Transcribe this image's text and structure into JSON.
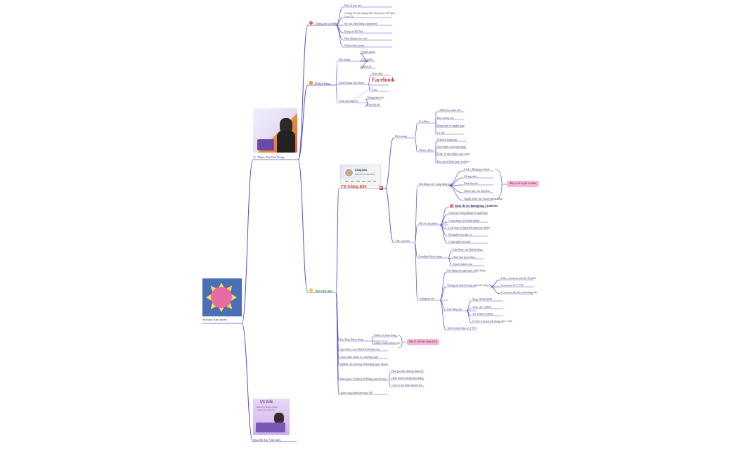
{
  "colors": {
    "link": "#5a4ad1",
    "red": "#c0392b",
    "orange": "#e67e22",
    "yellow": "#f1c40f",
    "pink": "#f7b6d6"
  },
  "root": {
    "label": "Schaum Kim nhiều"
  },
  "person_top": {
    "label": "Ts. Phạm Thị Kim Dung"
  },
  "person_bottom": {
    "label": "Nguyễn Thị Vân Anh"
  },
  "promo": {
    "l1": "ƯU ĐÃI",
    "l2": "MIỄN PHÍ CHƯƠNG TRÌNH",
    "l3": "DÀNH CHO VIỆT NAM"
  },
  "numbers": {
    "n1": "1",
    "n2": "2",
    "n3": "3",
    "n4": "4"
  },
  "b1": {
    "title": "Thông tin cá nhân",
    "items": [
      "Đến từ bao bao",
      "Chúng Tôi tốt những Nhô bệ phiến (1N Quốc Gia (1))",
      "Sự cáo cảnh hàng trammvete",
      "Đồng ăn Hồ Nội",
      "Nhỏ không bao rem",
      "Nhiệt khẩn doanh"
    ]
  },
  "b2": {
    "title": "Khách hàng",
    "g1": {
      "title": "Đối tượng",
      "items": [
        "Người gomo",
        "Chứ nhiều",
        "Khách lệ"
      ]
    },
    "g2": {
      "title": "Khách hàng cần khách",
      "items": [
        "Trực tiếp",
        "Facebook",
        "Ziilo"
      ]
    },
    "g3": {
      "title": "Cách thường bó?",
      "items": [
        "Thông báo tiêu",
        "Kiểu lát bỏ"
      ]
    }
  },
  "b3": {
    "title": "Nấu tiếp làm",
    "fb_card": {
      "label": "FB Giang Kim",
      "name": "Giang Kim",
      "tag": "HIỂU VỀ TƯƠNG BẢN"
    },
    "s1": {
      "title": "Điều trang",
      "g1": {
        "title": "Ưu điểm",
        "items": [
          "~ 2000 bạn nhận tiền",
          "Bao tường vào",
          "Đông làm có người nam",
          "Cá tốn"
        ]
      },
      "g2": {
        "title": "Nhược điểm",
        "items": [
          "Ít khách hàng bạn",
          "Quá nhiều cách làm hàng",
          "Ít hệ, Vì quý định, cuộc sống",
          "Bao của tỉ hình quá cả nhóm"
        ]
      }
    },
    "s2": {
      "title": "Việc cần làm",
      "g1": {
        "title": "Bài đăng cuốc cùng hàng ngày",
        "items": [
          "Cách - Hàng gợi thành",
          "Chúng như",
          "Bình thọ ẩm",
          "Nhiều cần của bạn Bảo",
          "Người thiên cho thành phảm đằng"
        ],
        "pill": "Đây cụ là sẻ gửi có thờn"
      },
      "g2": {
        "title": "Bài về sản phẩm",
        "star": "Khác để cá chương hẹp 1 tuần bắt",
        "items": [
          "Canh bác hàng không rể người gửi",
          "Công dụng của thành phẩm",
          "Lịch thực về hàm thế quen các phẩm",
          "Hé người bao dạy có",
          "Công nghệ cao mới"
        ]
      },
      "g3": {
        "title": "Feedback khác hàng",
        "items": [
          "Làm khác của khách hàng",
          "Hình ảnh giao hàng",
          "Khách thành toán"
        ]
      },
      "g4": {
        "title": "Tương tác tốt",
        "items": [
          "Giá hàng chi ngày gan, nhân hàng",
          "Tương tác khách hàng nhân bài đăng bạo",
          "Cần đăng ôm",
          "Tài lối bình luận có T T/H"
        ],
        "sub1": [
          "Like, comment nêu thì 30 phản",
          "Comment từ T T/H",
          "Comment để ước và thường bên"
        ],
        "sub2": [
          "Sáng 7H30-8H30",
          "Trưa 11h-12H30",
          "Tối 19H30-20H30",
          "Có từ cổ hoạch nội dung sẵn 1 tuần"
        ]
      }
    },
    "tail": {
      "g1": {
        "title": "Tạo Tâm khách hàng",
        "items": [
          "Khách cổ mua hàng",
          "Khách muốn nhóm chỉ"
        ],
        "pill": "Đây là chủ đạo bảng thích"
      },
      "items": [
        "Cập nhiều cách khách đã thành của",
        "Quan chiều chăm sóc thường ngày",
        "Nghĩnh cho chương trình bảng ngay khách"
      ],
      "g2": {
        "title": "Khác gom / 6 khách để Đảng, qua lỗi mọi",
        "items": [
          "Phát gia bắc, không nhận hơ",
          "Hình thành không hàm bằng",
          "Chia sẻ hỏi thêm nhanh tim"
        ]
      },
      "last": "Quan cùng thành tên mua DP"
    }
  }
}
